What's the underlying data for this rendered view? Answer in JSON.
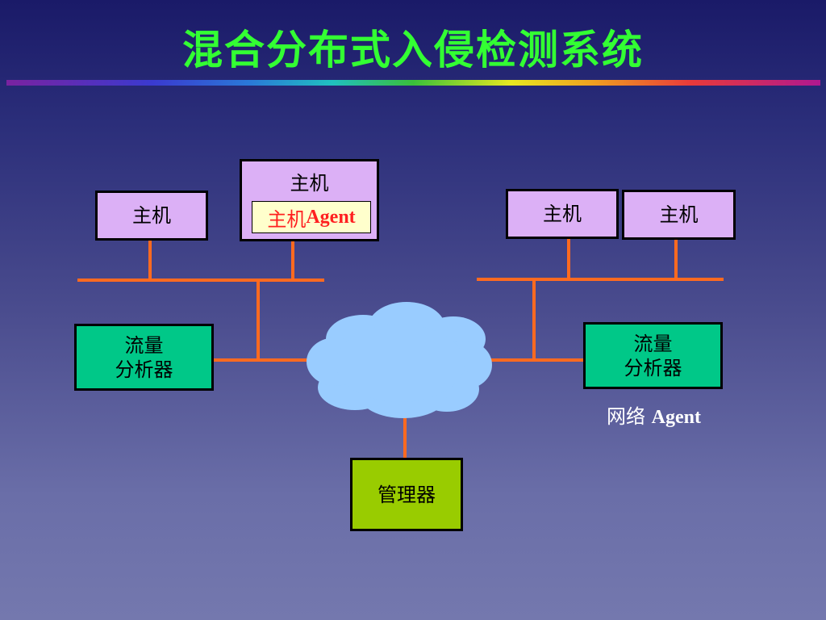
{
  "title": "混合分布式入侵检测系统",
  "hosts": {
    "left": "主机",
    "center": "主机",
    "right1": "主机",
    "right2": "主机"
  },
  "host_agent": {
    "prefix": "主机",
    "suffix": "Agent"
  },
  "flow_analyzers": {
    "left": {
      "line1": "流量",
      "line2": "分析器"
    },
    "right": {
      "line1": "流量",
      "line2": "分析器"
    }
  },
  "network_agent_label": {
    "prefix": "网络 ",
    "suffix": "Agent"
  },
  "manager": "管理器",
  "colors": {
    "title": "#33ff33",
    "host_box": "#dcb0f6",
    "flow_box": "#00c888",
    "manager_box": "#99cc00",
    "link_line": "#ff6a20",
    "cloud": "#99ccff",
    "agent_text": "#ff2020"
  }
}
